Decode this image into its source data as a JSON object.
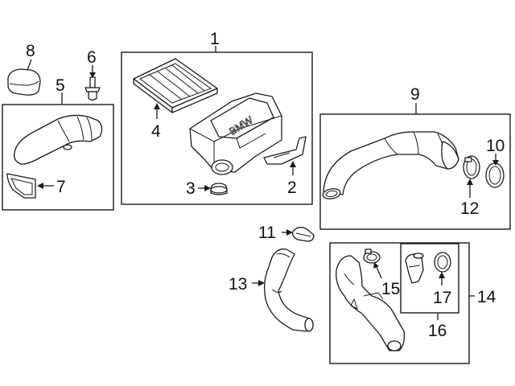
{
  "callouts": {
    "c1": "1",
    "c2": "2",
    "c3": "3",
    "c4": "4",
    "c5": "5",
    "c6": "6",
    "c7": "7",
    "c8": "8",
    "c9": "9",
    "c10": "10",
    "c11": "11",
    "c12": "12",
    "c13": "13",
    "c14": "14",
    "c15": "15",
    "c16": "16",
    "c17": "17"
  },
  "logo_text": "BMW"
}
